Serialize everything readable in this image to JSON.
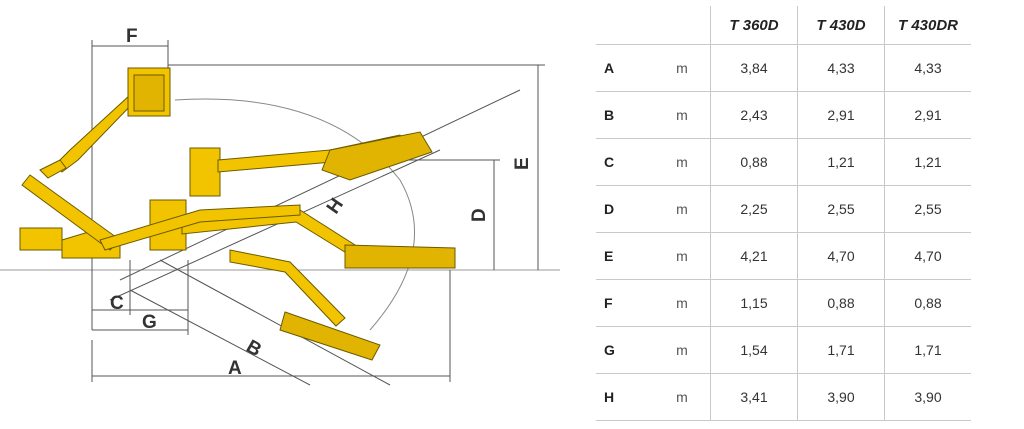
{
  "diagram": {
    "labels": {
      "A": "A",
      "B": "B",
      "C": "C",
      "D": "D",
      "E": "E",
      "F": "F",
      "G": "G",
      "H": "H"
    },
    "machine_color": "#F2C400",
    "line_color": "#555555"
  },
  "table": {
    "headers": [
      "T 360D",
      "T 430D",
      "T 430DR"
    ],
    "rows": [
      {
        "letter": "A",
        "unit": "m",
        "values": [
          "3,84",
          "4,33",
          "4,33"
        ]
      },
      {
        "letter": "B",
        "unit": "m",
        "values": [
          "2,43",
          "2,91",
          "2,91"
        ]
      },
      {
        "letter": "C",
        "unit": "m",
        "values": [
          "0,88",
          "1,21",
          "1,21"
        ]
      },
      {
        "letter": "D",
        "unit": "m",
        "values": [
          "2,25",
          "2,55",
          "2,55"
        ]
      },
      {
        "letter": "E",
        "unit": "m",
        "values": [
          "4,21",
          "4,70",
          "4,70"
        ]
      },
      {
        "letter": "F",
        "unit": "m",
        "values": [
          "1,15",
          "0,88",
          "0,88"
        ]
      },
      {
        "letter": "G",
        "unit": "m",
        "values": [
          "1,54",
          "1,71",
          "1,71"
        ]
      },
      {
        "letter": "H",
        "unit": "m",
        "values": [
          "3,41",
          "3,90",
          "3,90"
        ]
      }
    ]
  }
}
